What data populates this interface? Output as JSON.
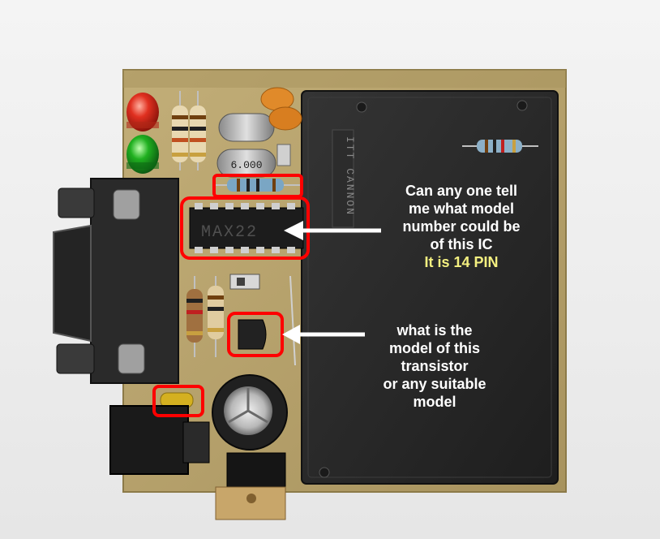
{
  "photo": {
    "subject": "pcb-with-rs232-connector-and-14-pin-ic",
    "silkscreen": {
      "crystal_marking": "6.000",
      "ic_marking": "MAX22",
      "cover_marking": "ITT CANNON"
    },
    "colors": {
      "background": "#eeeeee",
      "pcb": "#b8a470",
      "cover": "#2a2a2a",
      "highlight_box": "#ff0000",
      "arrow": "#ffffff",
      "caption_text": "#ffffff",
      "caption_highlight": "#f4f080"
    }
  },
  "annotations": {
    "ic_question": {
      "lines": [
        "Can any one tell",
        "me what model",
        "number could be",
        "of this IC"
      ],
      "pin_note": "It is 14 PIN"
    },
    "transistor_question": {
      "lines": [
        "what is the",
        "model of this",
        "transistor",
        "or any suitable",
        "model"
      ]
    }
  }
}
